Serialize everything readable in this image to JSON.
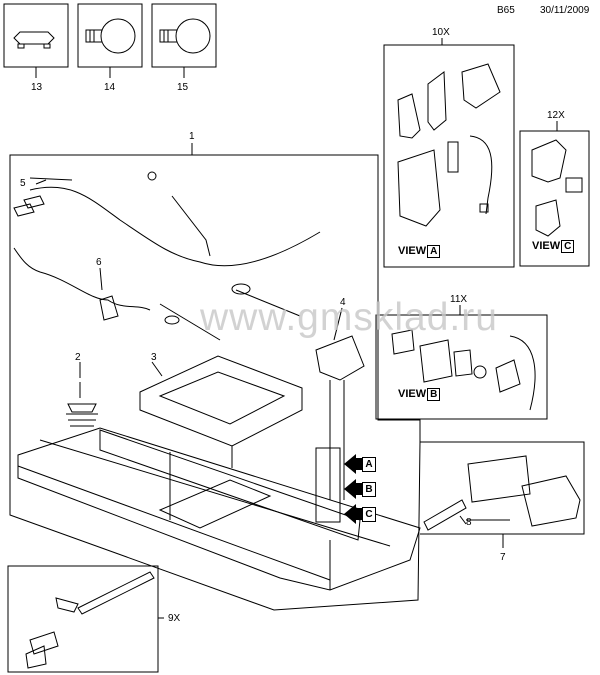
{
  "header": {
    "page_code": "B65",
    "date": "30/11/2009"
  },
  "watermark": "www.gmsklad.ru",
  "callouts": {
    "c13": "13",
    "c14": "14",
    "c15": "15",
    "c1": "1",
    "c2": "2",
    "c3": "3",
    "c4": "4",
    "c5": "5",
    "c6": "6",
    "c7": "7",
    "c8": "8",
    "c9x": "9X",
    "c10x": "10X",
    "c11x": "11X",
    "c12x": "12X"
  },
  "views": {
    "a": {
      "word": "VIEW",
      "letter": "A"
    },
    "b": {
      "word": "VIEW",
      "letter": "B"
    },
    "c": {
      "word": "VIEW",
      "letter": "C"
    }
  },
  "arrows": {
    "a": "A",
    "b": "B",
    "c": "C"
  }
}
